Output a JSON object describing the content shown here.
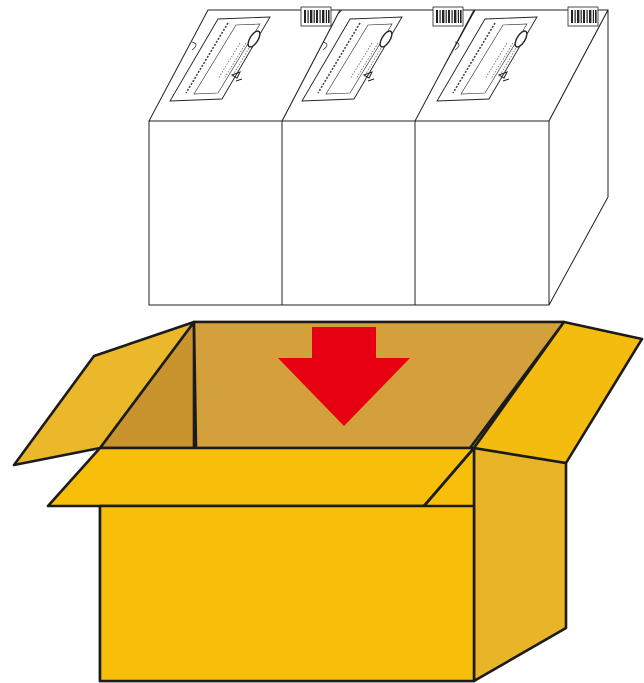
{
  "colors": {
    "carton_front": "#F7BF0A",
    "carton_side": "#E8B528",
    "carton_back": "#D4A03C",
    "carton_flap_left": "#EBB82B",
    "carton_flap_right": "#F4BC0E",
    "outline": "#1B1B1B",
    "arrow": "#E60012",
    "unit_box": "#FFFFFF"
  },
  "icons": {
    "arrow": "down-arrow-icon",
    "unit_box": "package-box-icon",
    "carton": "open-shipping-carton-icon"
  },
  "unit_boxes": [
    {
      "id": "left"
    },
    {
      "id": "middle"
    },
    {
      "id": "right"
    }
  ]
}
